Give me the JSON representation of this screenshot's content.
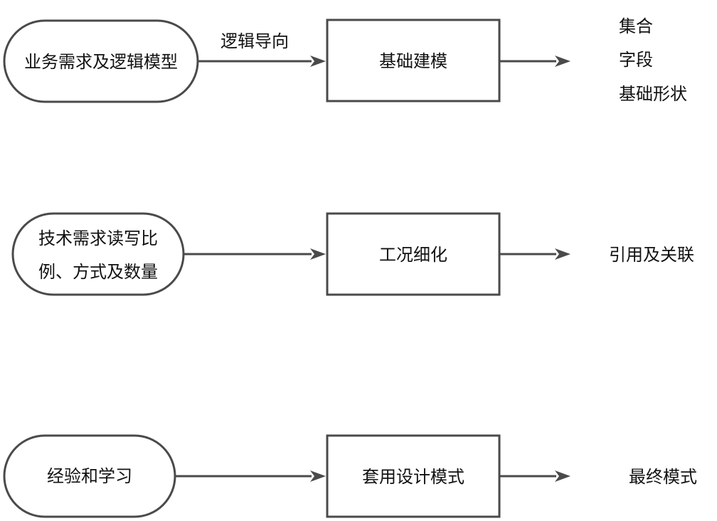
{
  "rows": [
    {
      "source": [
        "业务需求及逻辑模型"
      ],
      "edge_label": "逻辑导向",
      "step": "基础建模",
      "outputs": [
        "集合",
        "字段",
        "基础形状"
      ]
    },
    {
      "source": [
        "技术需求读写比",
        "例、方式及数量"
      ],
      "edge_label": "",
      "step": "工况细化",
      "outputs": [
        "引用及关联"
      ]
    },
    {
      "source": [
        "经验和学习"
      ],
      "edge_label": "",
      "step": "套用设计模式",
      "outputs": [
        "最终模式"
      ]
    }
  ]
}
